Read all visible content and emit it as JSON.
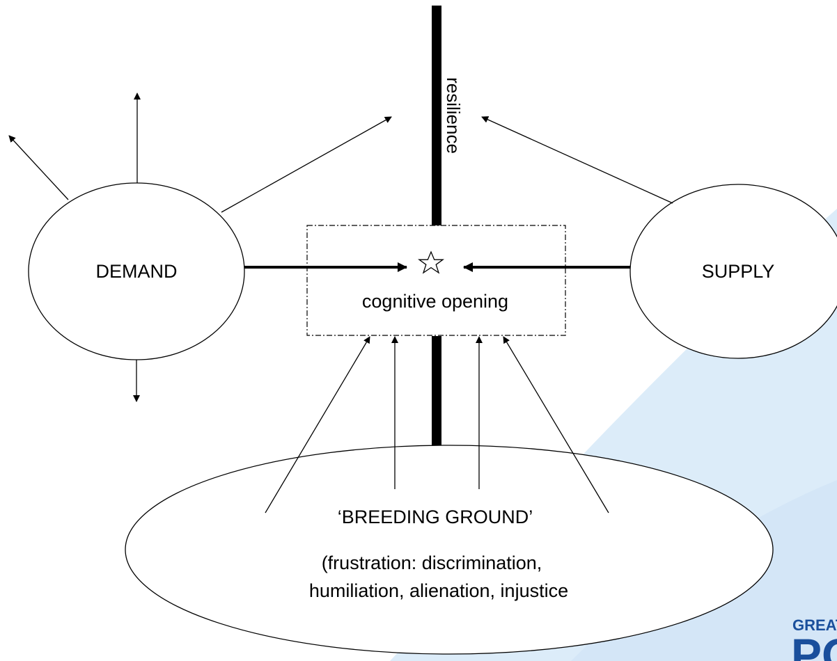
{
  "diagram": {
    "nodes": {
      "demand": {
        "label": "DEMAND"
      },
      "supply": {
        "label": "SUPPLY"
      },
      "breeding_ground": {
        "title": "‘BREEDING GROUND’",
        "detail_line1": "(frustration: discrimination,",
        "detail_line2": "humiliation, alienation, injustice"
      }
    },
    "center": {
      "label": "cognitive opening",
      "star_icon": "star-outline-icon"
    },
    "barrier": {
      "label": "resilience"
    }
  },
  "logo": {
    "line1": "GREATE",
    "line2": "PO",
    "color": "#1a4f9c"
  },
  "colors": {
    "background_wave": "#dcecf9",
    "line": "#000000"
  }
}
